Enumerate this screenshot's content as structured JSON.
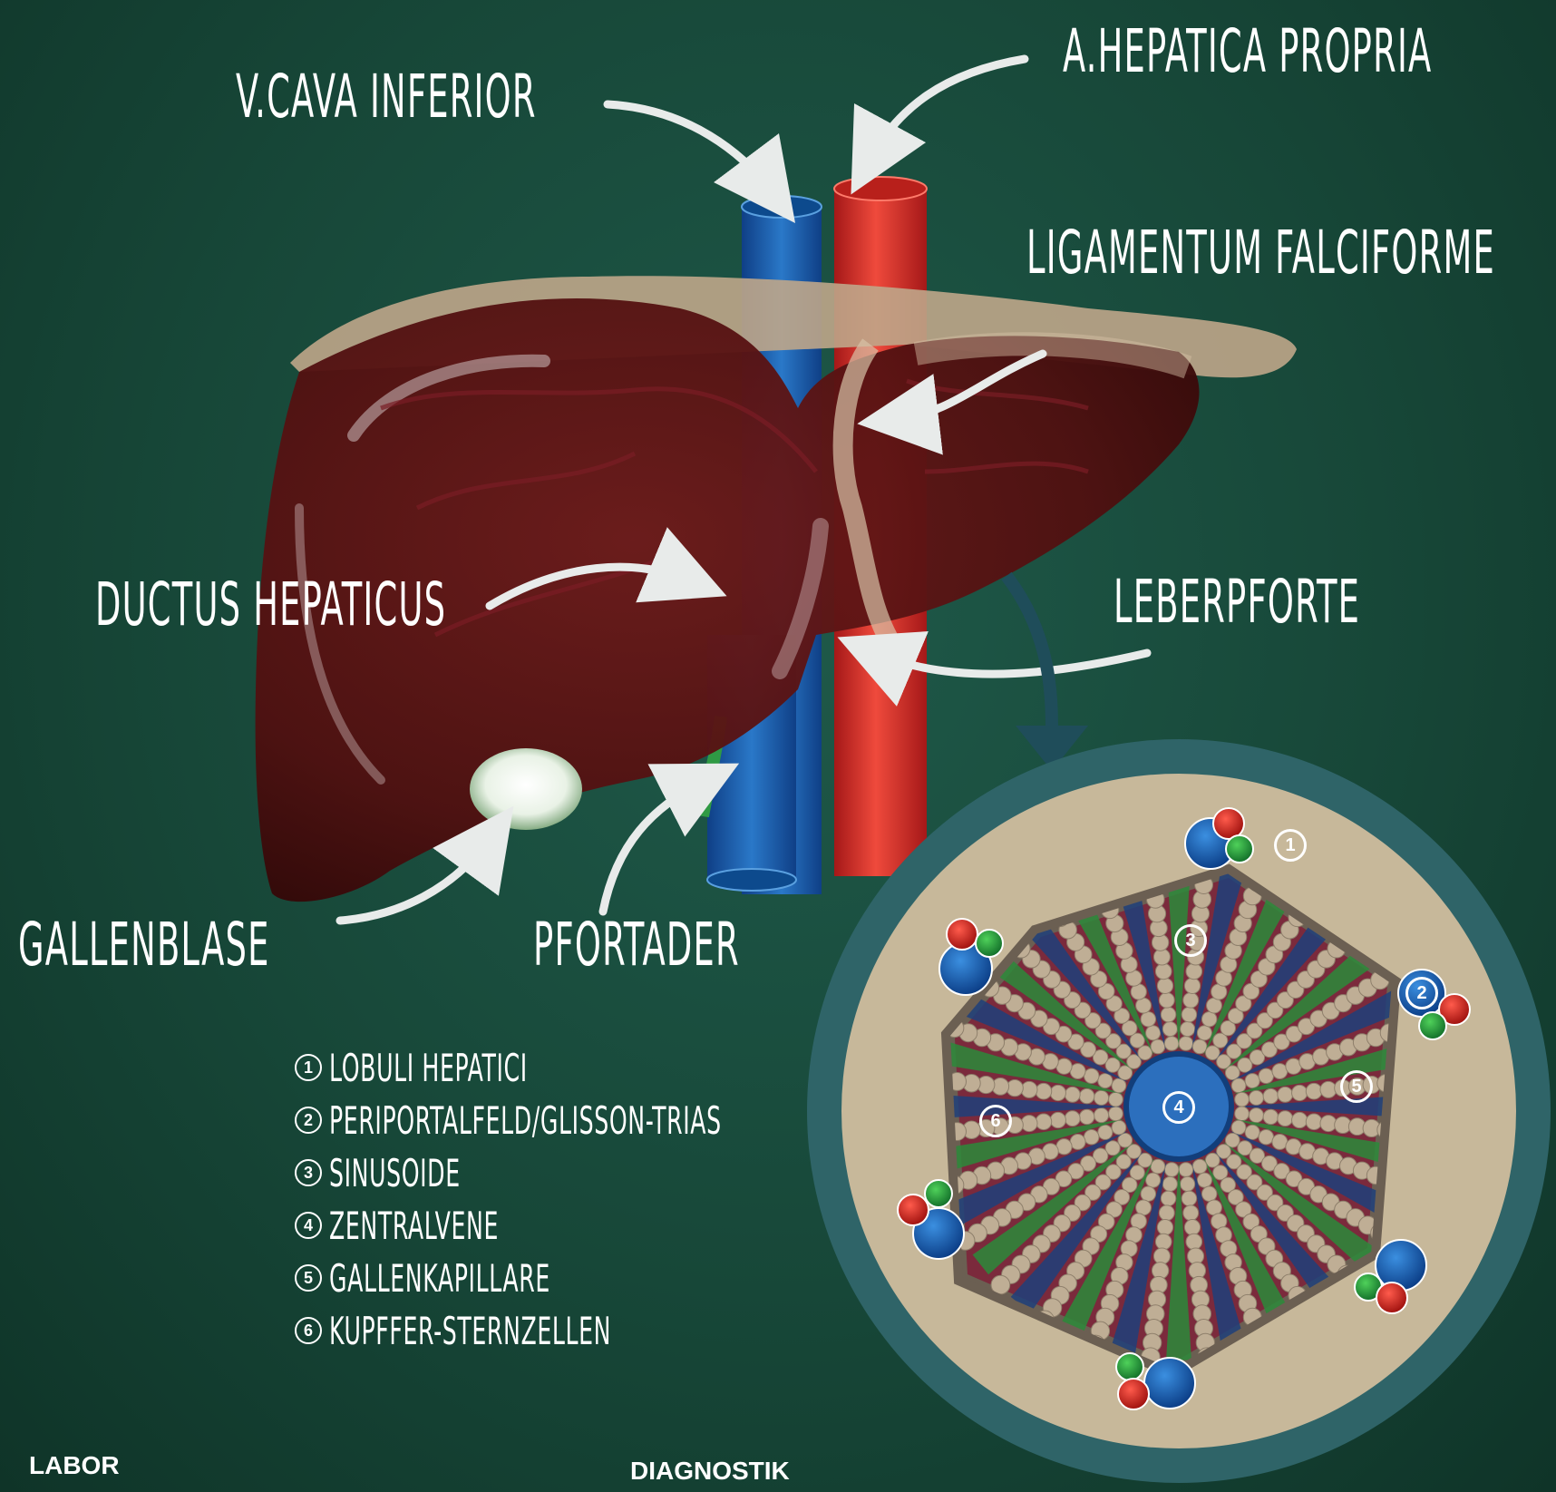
{
  "labels": {
    "v_cava": "V.CAVA INFERIOR",
    "a_hepatica": "A.HEPATICA PROPRIA",
    "ligamentum": "LIGAMENTUM FALCIFORME",
    "ductus": "DUCTUS HEPATICUS",
    "leberpforte": "LEBERPFORTE",
    "gallenblase": "GALLENBLASE",
    "pfortader": "PFORTADER"
  },
  "legend": [
    {
      "num": "1",
      "text": "LOBULI HEPATICI"
    },
    {
      "num": "2",
      "text": "PERIPORTALFELD/GLISSON-TRIAS"
    },
    {
      "num": "3",
      "text": "SINUSOIDE"
    },
    {
      "num": "4",
      "text": "ZENTRALVENE"
    },
    {
      "num": "5",
      "text": "GALLENKAPILLARE"
    },
    {
      "num": "6",
      "text": "KUPFFER-STERNZELLEN"
    }
  ],
  "markers": {
    "m1": "1",
    "m2": "2",
    "m3": "3",
    "m4": "4",
    "m5": "5",
    "m6": "6"
  },
  "footer": {
    "left": "LABOR",
    "right": "DIAGNOSTIK"
  },
  "colors": {
    "background": "#174738",
    "liver": "#5a1414",
    "vein": "#1b5eab",
    "artery": "#d8312b",
    "bile": "#2f9a44",
    "inset_ring": "#2f6468",
    "inset_fill": "#c7b89a"
  }
}
